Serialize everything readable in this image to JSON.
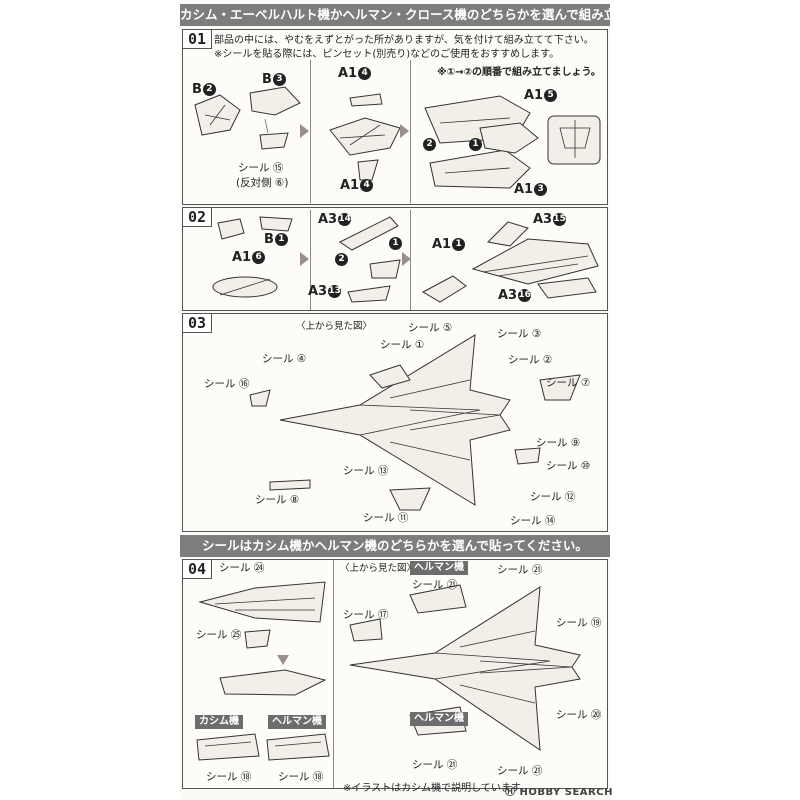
{
  "header": {
    "title": "カシム・エーベルハルト機かヘルマン・クロース機のどちらかを選んで組み立てます。"
  },
  "step01": {
    "number": "01",
    "note1": "部品の中には、やむをえずとがった所がありますが、気を付けて組み立てて下さい。",
    "note2": "※シールを貼る際には、ピンセット(別売り)などのご使用をおすすめします。",
    "order_note": "※①→②の順番で組み立てましょう。",
    "labels": {
      "b2": "B",
      "b2_num": "2",
      "b3": "B",
      "b3_num": "3",
      "seal15": "シール ⑮",
      "seal15_opp": "(反対側 ⑥)",
      "a14_top": "A1",
      "a14_top_num": "4",
      "a14_bottom": "A1",
      "a14_bottom_num": "4",
      "a15": "A1",
      "a15_num": "5",
      "a13": "A1",
      "a13_num": "3",
      "order1": "1",
      "order2": "2"
    }
  },
  "step02": {
    "number": "02",
    "labels": {
      "b1": "B",
      "b1_num": "1",
      "a16": "A1",
      "a16_num": "6",
      "a314": "A3",
      "a314_num": "14",
      "a313": "A3",
      "a313_num": "13",
      "a11": "A1",
      "a11_num": "1",
      "a315": "A3",
      "a315_num": "15",
      "a316": "A3",
      "a316_num": "16",
      "order1": "1",
      "order2": "2"
    }
  },
  "step03": {
    "number": "03",
    "view": "〈上から見た図〉",
    "seals": {
      "s5": "シール ⑤",
      "s3": "シール ③",
      "s1": "シール ①",
      "s2": "シール ②",
      "s4": "シール ④",
      "s7": "シール ⑦",
      "s16": "シール ⑯",
      "s9": "シール ⑨",
      "s10": "シール ⑩",
      "s13": "シール ⑬",
      "s12": "シール ⑫",
      "s8": "シール ⑧",
      "s11": "シール ⑪",
      "s14": "シール ⑭"
    }
  },
  "banner2": {
    "text": "シールはカシム機かヘルマン機のどちらかを選んで貼ってください。"
  },
  "step04": {
    "number": "04",
    "view": "〈上から見た図〉",
    "hellman_tag_top": "ヘルマン機",
    "hellman_tag_bottom": "ヘルマン機",
    "kasim_tag": "カシム機",
    "hellman_tag_left": "ヘルマン機",
    "seals": {
      "s24": "シール ㉔",
      "s25": "シール ㉕",
      "s17": "シール ⑰",
      "s21a": "シール ㉑",
      "s21b": "シール ㉑",
      "s21c": "シール ㉑",
      "s21d": "シール ㉑",
      "s19": "シール ⑲",
      "s20": "シール ⑳",
      "s18a": "シール ⑱",
      "s18b": "シール ⑱"
    },
    "footnote": "※イラストはカシム機で説明しています。"
  },
  "watermark": "HOBBY SEARCH"
}
